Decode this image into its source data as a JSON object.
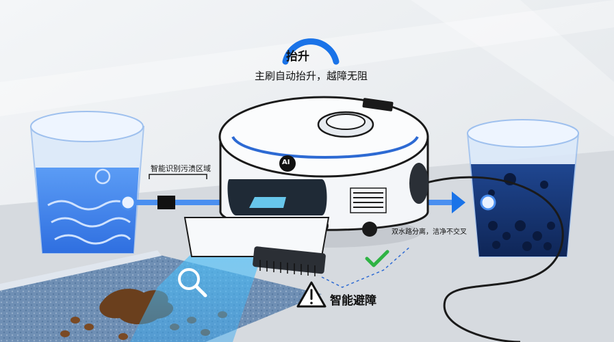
{
  "lift": {
    "title": "抬升",
    "subtitle": "主刷自动抬升，越障无阻"
  },
  "detect": {
    "label": "智能识别污渍区域"
  },
  "separation": {
    "label": "双水路分离，洁净不交叉"
  },
  "avoid": {
    "label": "智能避障"
  },
  "robot": {
    "badge": "AI"
  },
  "icons": {
    "lift": "lift-arc-icon",
    "warning": "warning-icon",
    "check": "check-icon",
    "search": "magnifier-icon"
  },
  "colors": {
    "accent": "#1a73e8",
    "clean_water": "#4a8ff0",
    "dirty_water": "#13316c",
    "scan_beam": "#3fc1ff",
    "check": "#2fb344"
  }
}
